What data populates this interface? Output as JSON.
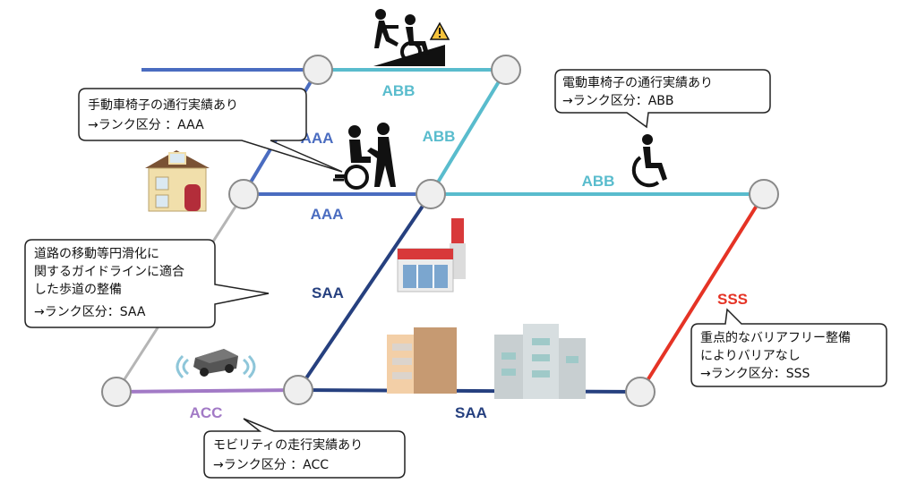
{
  "colors": {
    "aaa": "#4a6cc0",
    "abb": "#59bccd",
    "saa": "#26407f",
    "sss": "#e53325",
    "acc": "#a27ac6",
    "unrated": "#b5b5b5",
    "node_fill": "#efefef",
    "node_stroke": "#8a8a8a"
  },
  "edge_labels": {
    "abb_top": "ABB",
    "abb_diag": "ABB",
    "abb_right": "ABB",
    "aaa_diag": "AAA",
    "aaa_mid": "AAA",
    "saa_diag": "SAA",
    "saa_bottom": "SAA",
    "sss_diag": "SSS",
    "acc_left": "ACC"
  },
  "callouts": {
    "manual_wheelchair": {
      "lines": [
        "手動車椅子の通行実績あり",
        "→ランク区分 ：AAA"
      ]
    },
    "electric_wheelchair": {
      "lines": [
        "電動車椅子の通行実績あり",
        "→ランク区分：ABB"
      ]
    },
    "guideline_sidewalk": {
      "lines": [
        "道路の移動等円滑化に",
        "関するガイドラインに適合",
        "した歩道の整備",
        "→ランク区分：SAA"
      ]
    },
    "barrier_free": {
      "lines": [
        "重点的なバリアフリー整備",
        "によりバリアなし",
        "→ランク区分：SSS"
      ]
    },
    "mobility": {
      "lines": [
        "モビリティの走行実績あり",
        "→ランク区分 ：ACC"
      ]
    }
  },
  "icons": {
    "slope_warning": "wheelchair-slope-warning-icon",
    "assisted_wheelchair": "assisted-wheelchair-icon",
    "wheelchair": "wheelchair-icon",
    "house": "house-icon",
    "convenience_store": "convenience-store-icon",
    "buildings": "buildings-icon",
    "mobility_robot": "mobility-robot-icon"
  }
}
